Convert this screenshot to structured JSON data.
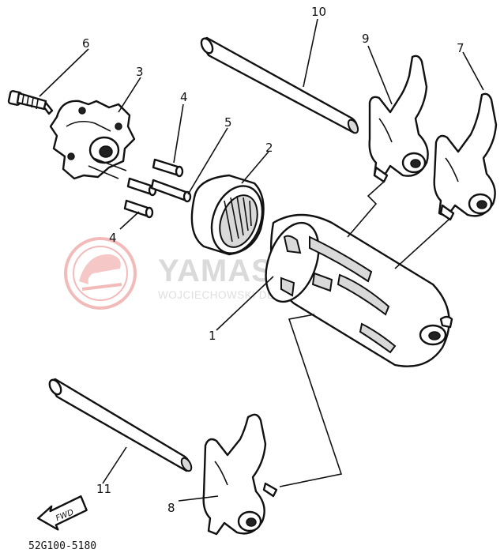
{
  "diagram": {
    "callouts": [
      "1",
      "2",
      "3",
      "4",
      "4",
      "5",
      "6",
      "7",
      "8",
      "9",
      "10",
      "11"
    ],
    "part_code": "52G100-5180",
    "direction_label": "FWD"
  },
  "watermark": {
    "brand": "YAMASKLEP.PL",
    "tagline": "WOJCIECHOWSKI DEALER YAMAHA",
    "color": "#e88a8a"
  }
}
